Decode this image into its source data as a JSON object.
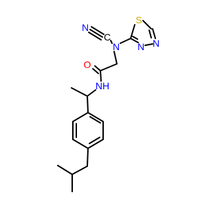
{
  "molecule": {
    "atoms": {
      "C_nitrile": {
        "label": "C",
        "color": "#000000"
      },
      "N_nitrile": {
        "label": "N",
        "color": "#0000ff"
      },
      "N_amine": {
        "label": "N",
        "color": "#0000ff"
      },
      "S_ring": {
        "label": "S",
        "color": "#ccaa00"
      },
      "N_ring_1": {
        "label": "N",
        "color": "#0000ff"
      },
      "N_ring_2": {
        "label": "N",
        "color": "#0000ff"
      },
      "O_carbonyl": {
        "label": "O",
        "color": "#ff0000"
      },
      "N_amide": {
        "label": "NH",
        "color": "#0000ff"
      }
    },
    "colors": {
      "bond": "#000000",
      "carbon": "#000000",
      "nitrogen": "#0000ff",
      "oxygen": "#ff0000",
      "sulfur": "#ccaa00"
    }
  }
}
